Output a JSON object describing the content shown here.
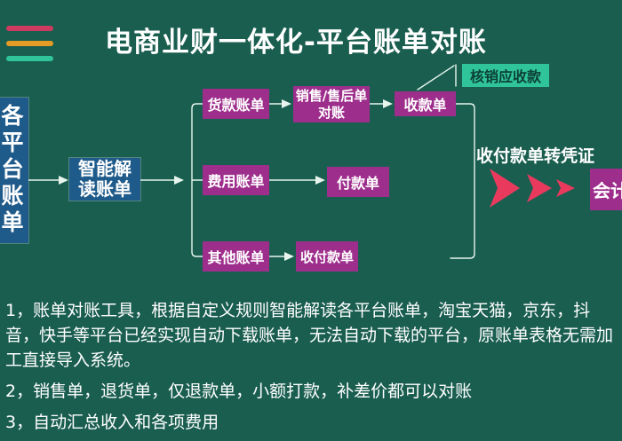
{
  "header": {
    "title": "电商业财一体化-平台账单对账",
    "menu_icon": "three-bars-icon"
  },
  "diagram": {
    "source_box": "各平台账单",
    "parse_box": {
      "lines": [
        "智能解",
        "读账单"
      ]
    },
    "bills": [
      "货款账单",
      "费用账单",
      "其他账单"
    ],
    "recon_box": {
      "lines": [
        "销售/售后单",
        "对账"
      ]
    },
    "receipt_box": "收款单",
    "payment_box": "付款单",
    "receipt_payment_box": "收付款单",
    "verify_label": "核销应收款",
    "voucher_label": "收付款单转凭证",
    "accounting_box": "会计",
    "flow_icon": "chevron-right-icon"
  },
  "notes": [
    "1，账单对账工具，根据自定义规则智能解读各平台账单，淘宝天猫，京东，抖音，快手等平台已经实现自动下载账单，无法自动下载的平台，原账单表格无需加工直接导入系统。",
    "2，销售单，退货单，仅退款单，小额打款，补差价都可以对账",
    "3，自动汇总收入和各项费用"
  ],
  "colors": {
    "bg": "#1a5e50",
    "blue": "#1e5a8a",
    "purple": "#9e2e8c",
    "teal": "#2fc49a",
    "chevron": "#e93a5e",
    "line": "#e8f5ee",
    "text": "#ffffff",
    "bar-red": "#cf3a60",
    "bar-orange": "#e69b24",
    "bar-teal": "#2fc49a"
  }
}
